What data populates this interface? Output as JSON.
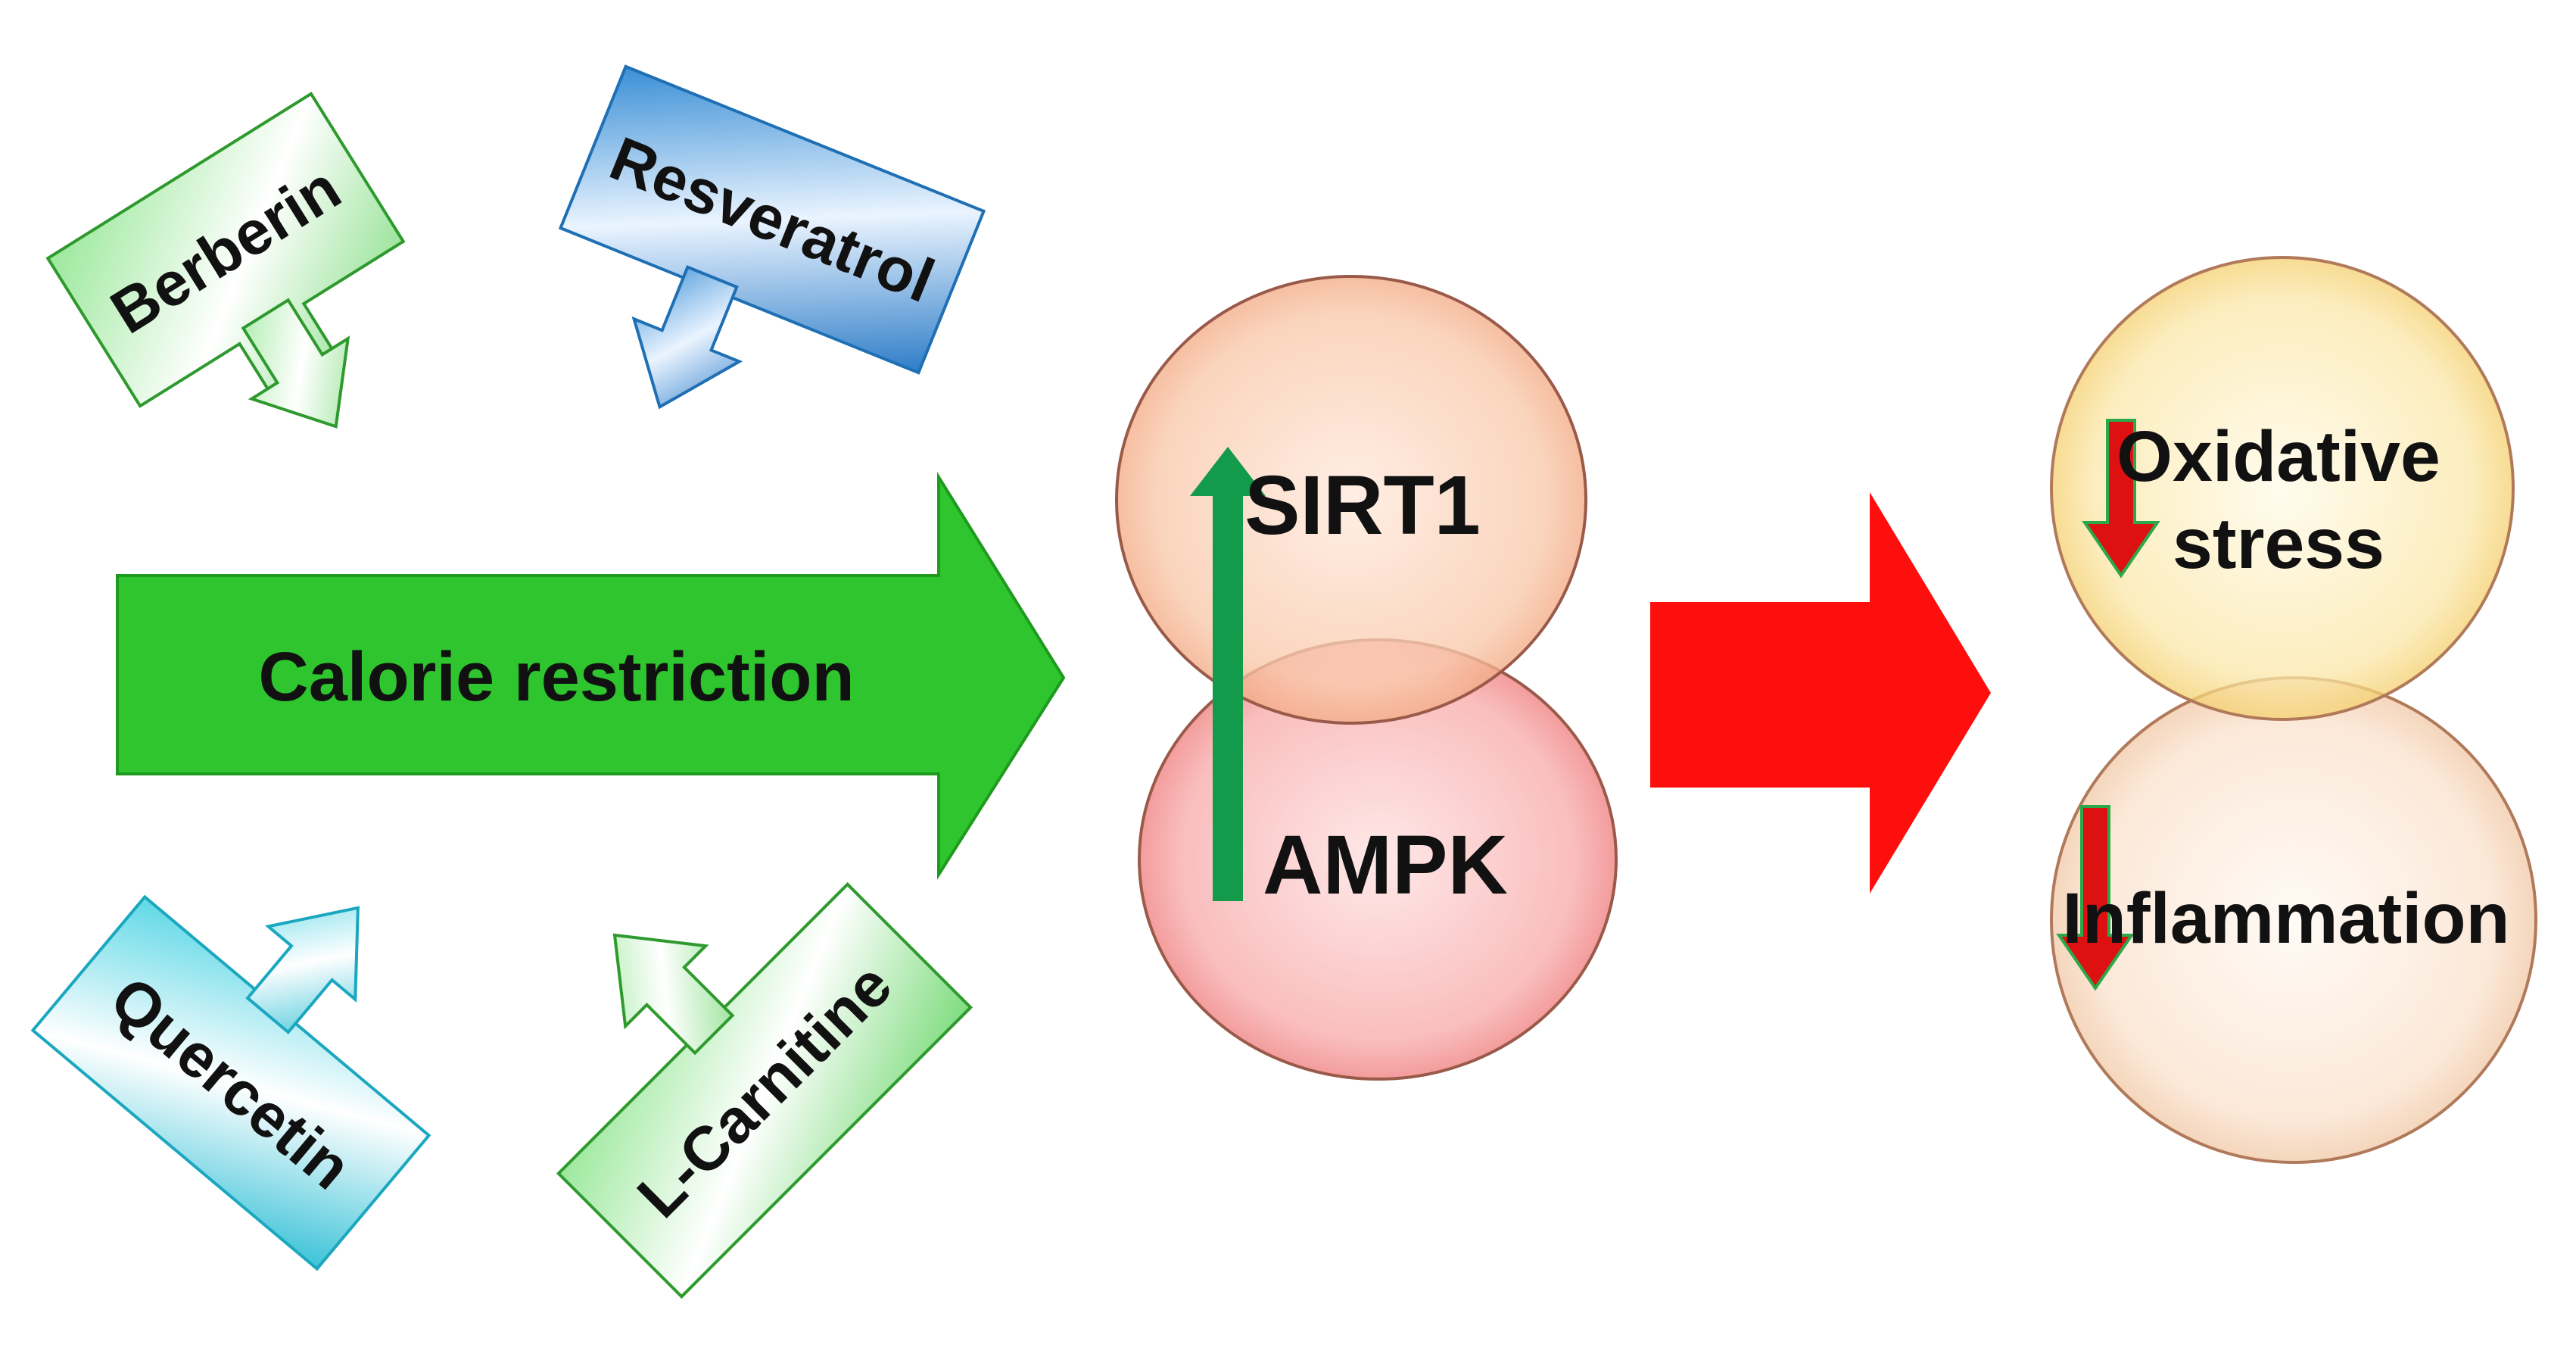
{
  "diagram": {
    "inputs": {
      "berberin": "Berberin",
      "resveratrol": "Resveratrol",
      "quercetin": "Quercetin",
      "lcarnitine": "L-Carnitine"
    },
    "main_arrow": "Calorie restriction",
    "targets": {
      "sirt1": "SIRT1",
      "ampk": "AMPK"
    },
    "outcomes": {
      "oxidative_line1": "Oxidative",
      "oxidative_line2": "stress",
      "inflammation": "Inflammation"
    }
  },
  "colors": {
    "green": "#2ec52e",
    "blue": "#3a8fd6",
    "cyan": "#3cc3d8",
    "red": "#ff0e0e",
    "up_arrow": "#139a4a",
    "down_arrow": "#dd1111"
  },
  "icons": [
    "arrow-up-icon",
    "arrow-down-icon"
  ]
}
